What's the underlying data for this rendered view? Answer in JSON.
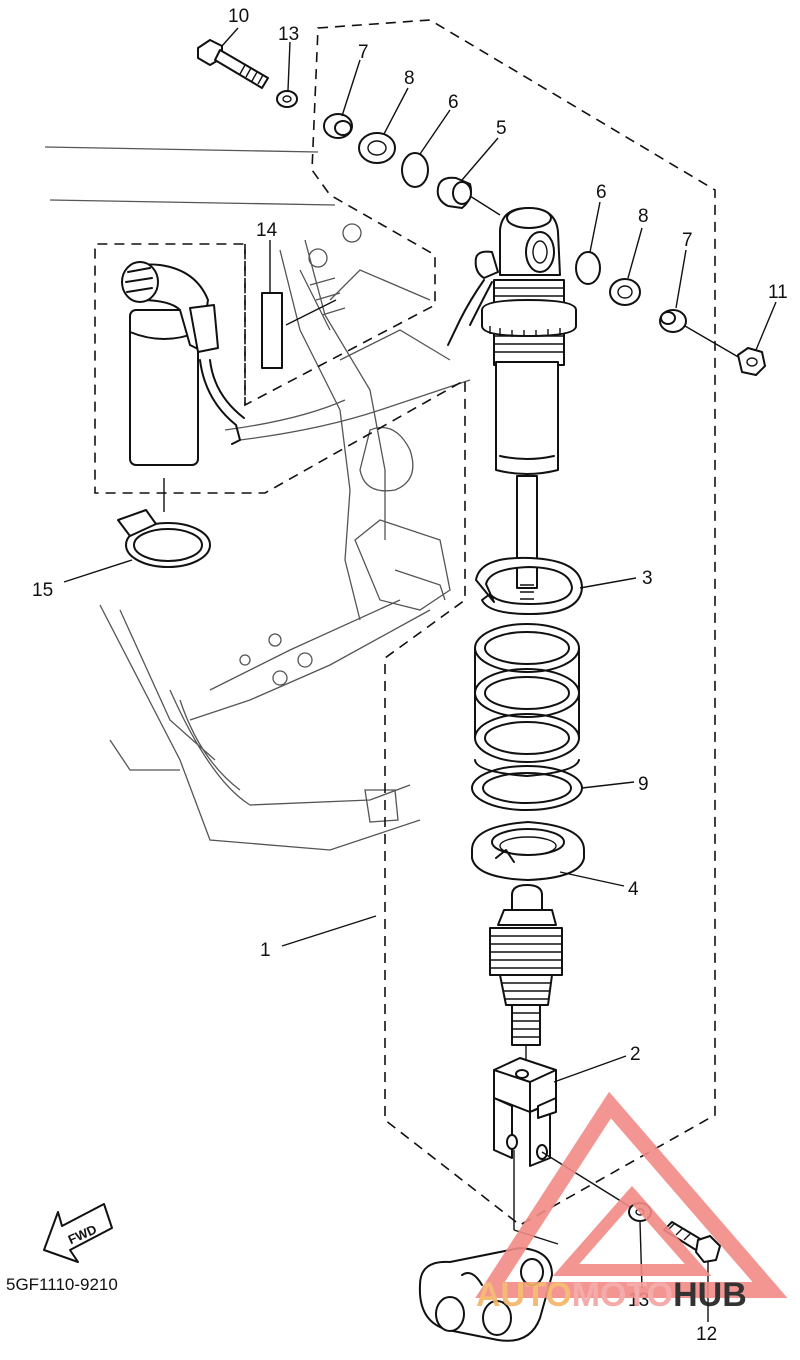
{
  "diagram": {
    "part_code": "5GF1110-9210",
    "direction_label": "FWD",
    "callouts": [
      "10",
      "13",
      "7",
      "8",
      "6",
      "5",
      "6",
      "8",
      "7",
      "11",
      "14",
      "15",
      "3",
      "9",
      "4",
      "1",
      "2",
      "13",
      "12"
    ]
  },
  "watermark": {
    "word_a": "AUTO",
    "word_b": "MOTO",
    "word_c": "HUB",
    "color_a": "#f5b366",
    "color_b": "#f4a3a0",
    "color_c": "#1e1e1e",
    "triangle_color": "#f28a86"
  }
}
